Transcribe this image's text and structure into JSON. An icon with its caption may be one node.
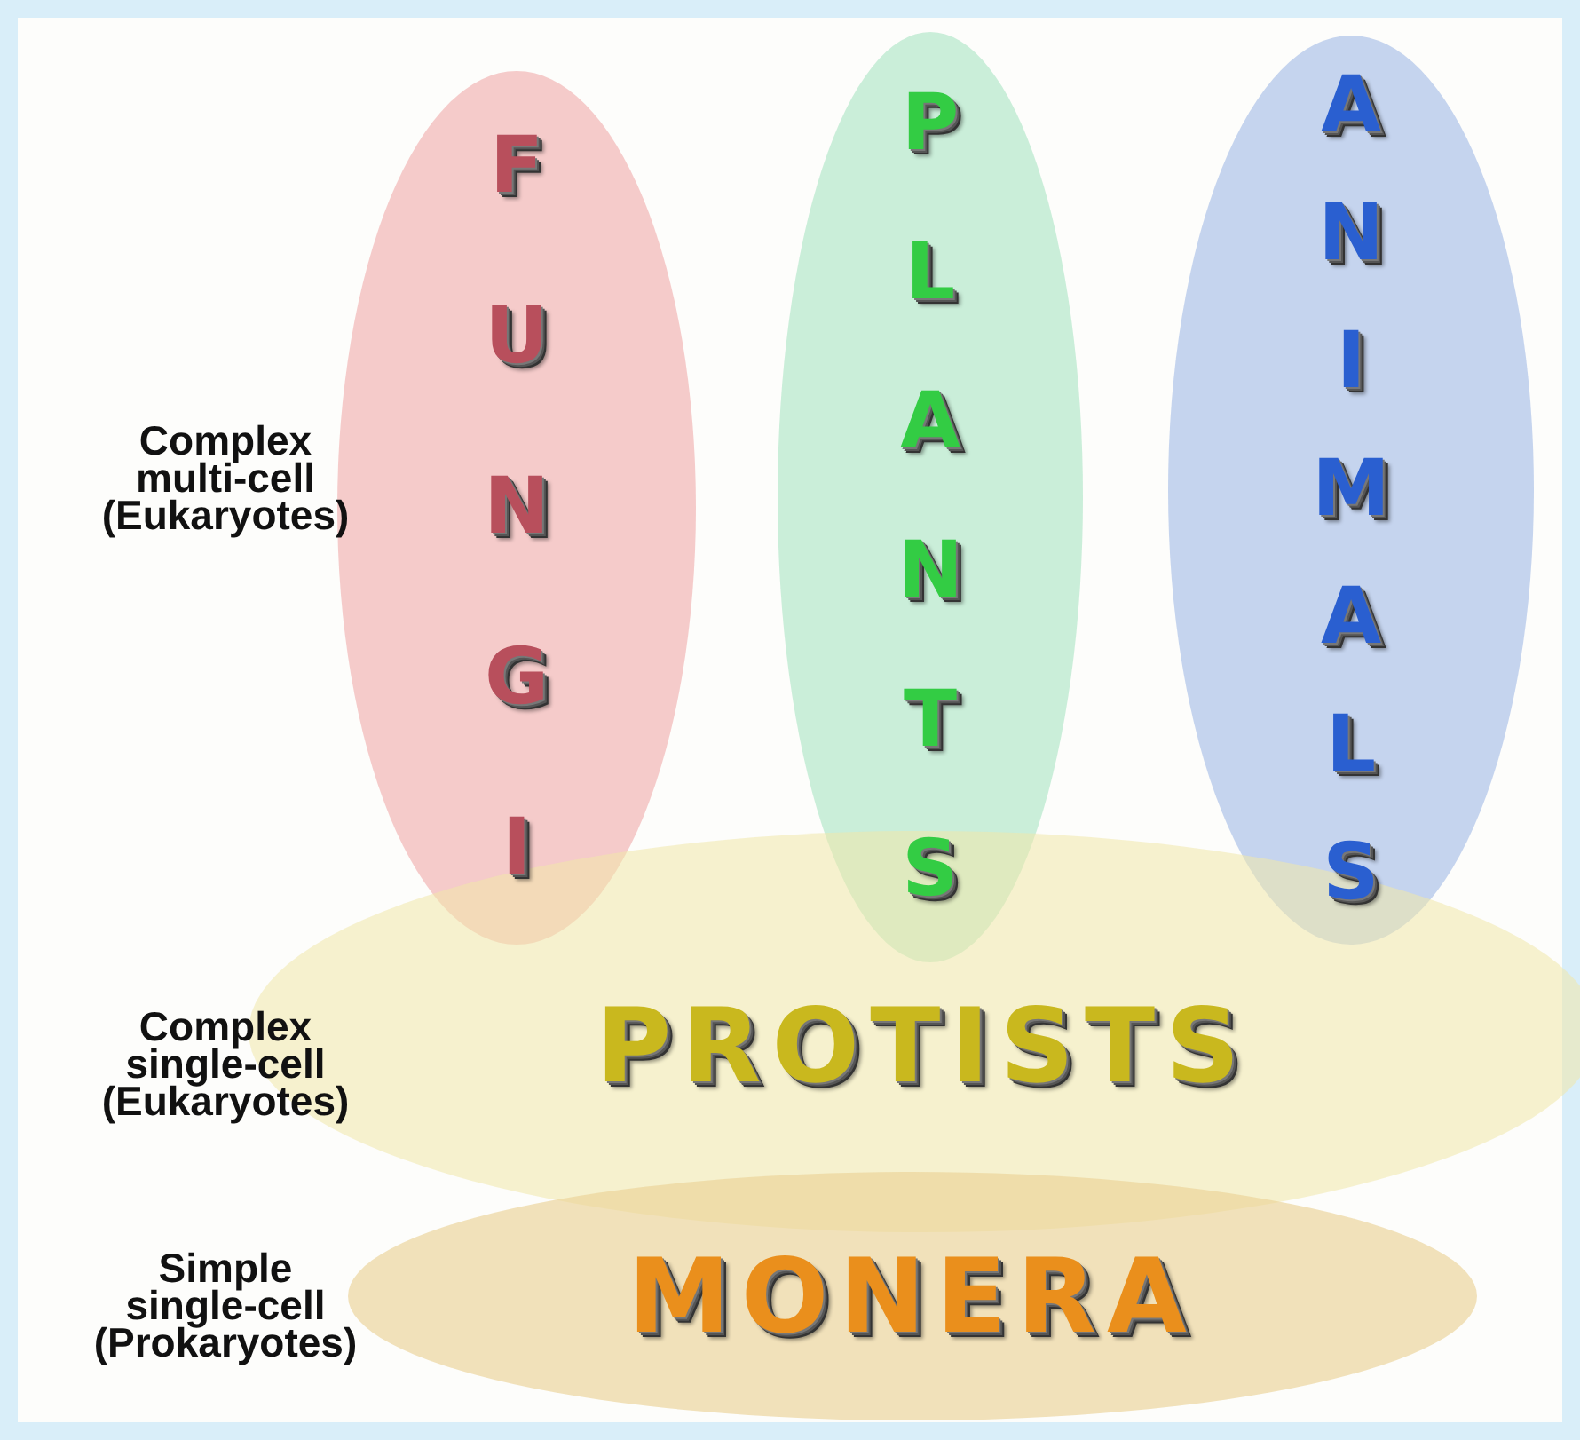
{
  "diagram": {
    "nodes": [
      {
        "text": [
          "FUNGI"
        ]
      },
      {
        "text": [
          "PLANTS"
        ]
      },
      {
        "text": [
          "ANIMALS"
        ]
      },
      {
        "text": [
          "PROTISTS"
        ]
      },
      {
        "text": [
          "MONERA"
        ]
      }
    ],
    "labels": [
      "Complex multi-cell (Eukaryotes)",
      "Complex single-cell (Eukaryotes)",
      "Simple single-cell (Prokaryotes)"
    ]
  }
}
